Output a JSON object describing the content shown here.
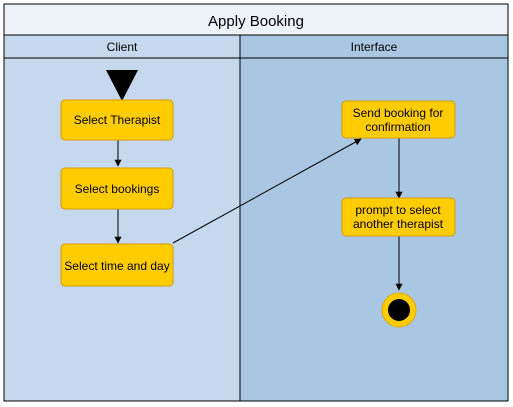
{
  "diagram": {
    "title": "Apply Booking",
    "lanes": [
      {
        "id": "client",
        "label": "Client"
      },
      {
        "id": "interface",
        "label": "Interface"
      }
    ],
    "nodes": [
      {
        "id": "select_therapist",
        "lane": "client",
        "lines": [
          "Select Therapist"
        ]
      },
      {
        "id": "select_bookings",
        "lane": "client",
        "lines": [
          "Select bookings"
        ]
      },
      {
        "id": "select_time",
        "lane": "client",
        "lines": [
          "Select time and day"
        ]
      },
      {
        "id": "send_booking",
        "lane": "interface",
        "lines": [
          "Send booking for",
          "confirmation"
        ]
      },
      {
        "id": "prompt_select",
        "lane": "interface",
        "lines": [
          "prompt to select",
          "another therapist"
        ]
      }
    ],
    "edges": [
      {
        "from": "start",
        "to": "select_therapist"
      },
      {
        "from": "select_therapist",
        "to": "select_bookings"
      },
      {
        "from": "select_bookings",
        "to": "select_time"
      },
      {
        "from": "select_time",
        "to": "send_booking"
      },
      {
        "from": "send_booking",
        "to": "prompt_select"
      },
      {
        "from": "prompt_select",
        "to": "end"
      }
    ],
    "colors": {
      "node_fill": "#ffcc00",
      "node_stroke": "#d79b00",
      "lane_client": "#c5d8ee",
      "lane_interface": "#a9c6e2",
      "header_client": "#c5d8ee",
      "header_interface": "#a9c6e2",
      "title_fill": "#eef3f9",
      "end_ring": "#ffcc00",
      "end_dot": "#000000"
    }
  }
}
